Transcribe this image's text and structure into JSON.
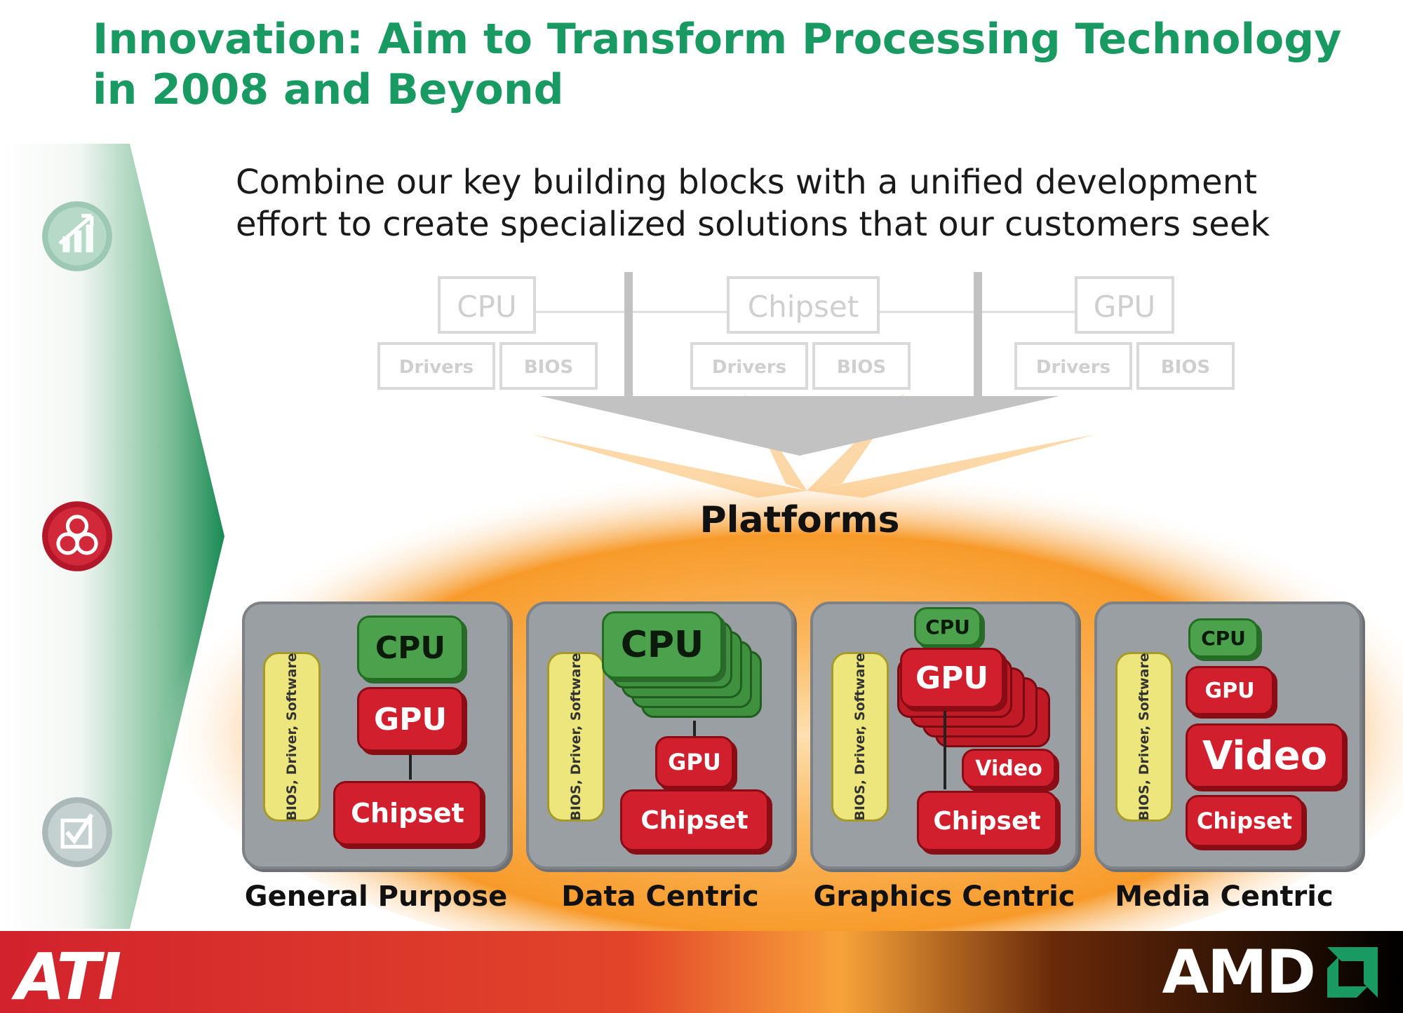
{
  "title": {
    "line1": "Innovation: Aim to Transform Processing Technology",
    "line2": "in 2008 and Beyond"
  },
  "subtitle": {
    "line1": "Combine our key building blocks with a unified development",
    "line2": "effort to create specialized solutions that our customers seek"
  },
  "side_icons": [
    "growth-arrow-icon",
    "trefoil-icon",
    "checklist-icon"
  ],
  "building_blocks": [
    {
      "name": "CPU",
      "drivers": "Drivers",
      "bios": "BIOS"
    },
    {
      "name": "Chipset",
      "drivers": "Drivers",
      "bios": "BIOS"
    },
    {
      "name": "GPU",
      "drivers": "Drivers",
      "bios": "BIOS"
    }
  ],
  "platforms_label": "Platforms",
  "platforms": [
    {
      "label": "General Purpose",
      "bios": "BIOS, Driver, Software",
      "chips": [
        "CPU",
        "GPU",
        "Chipset"
      ]
    },
    {
      "label": "Data Centric",
      "bios": "BIOS, Driver, Software",
      "chips": [
        "CPU",
        "GPU",
        "Chipset"
      ]
    },
    {
      "label": "Graphics Centric",
      "bios": "BIOS, Driver, Software",
      "chips": [
        "CPU",
        "GPU",
        "Video",
        "Chipset"
      ]
    },
    {
      "label": "Media Centric",
      "bios": "BIOS, Driver, Software",
      "chips": [
        "CPU",
        "GPU",
        "Video",
        "Chipset"
      ]
    }
  ],
  "footer": {
    "left_logo": "ATI",
    "right_logo": "AMD"
  },
  "colors": {
    "title_green": "#1a9a63",
    "chip_green": "#4ca24c",
    "chip_red": "#d11f2e",
    "bios_yellow": "#ece67c",
    "card_gray": "#9a9fa3",
    "footer_red": "#d2222d"
  }
}
